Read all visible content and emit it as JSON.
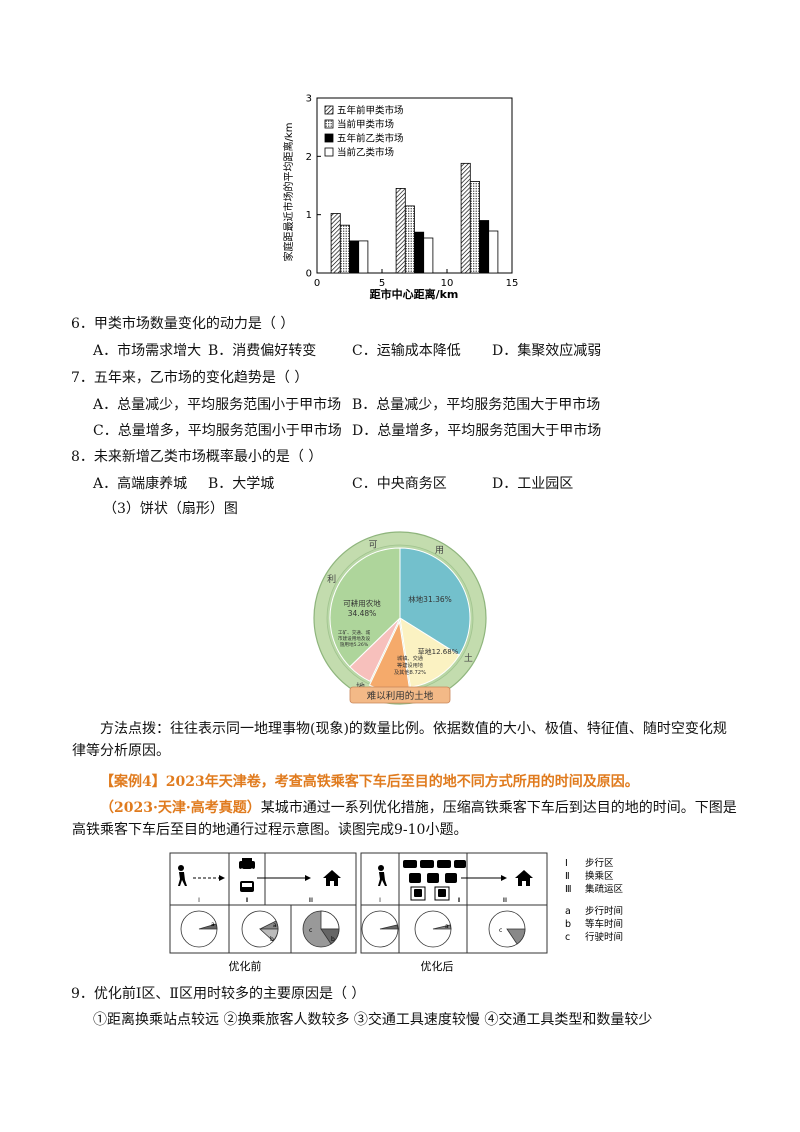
{
  "chart_data": {
    "type": "bar",
    "ylabel": "家庭距最近市场的平均距离/km",
    "xlabel": "距市中心距离/km",
    "xticks": [
      "0",
      "5",
      "10",
      "15"
    ],
    "yticks": [
      "0",
      "1",
      "2",
      "3"
    ],
    "xlim": [
      0,
      15
    ],
    "ylim": [
      0,
      3
    ],
    "categories": [
      2.5,
      7.5,
      12.5
    ],
    "series": [
      {
        "name": "五年前甲类市场",
        "pattern": "hatch",
        "values": [
          1.02,
          1.45,
          1.88
        ]
      },
      {
        "name": "当前甲类市场",
        "pattern": "dots",
        "values": [
          0.82,
          1.15,
          1.57
        ]
      },
      {
        "name": "五年前乙类市场",
        "pattern": "black",
        "values": [
          0.55,
          0.7,
          0.9
        ]
      },
      {
        "name": "当前乙类市场",
        "pattern": "white",
        "values": [
          0.55,
          0.6,
          0.72
        ]
      }
    ]
  },
  "questions": {
    "q6": {
      "stem": "6．甲类市场数量变化的动力是（    ）",
      "options": [
        "A．市场需求增大",
        "B．消费偏好转变",
        "C．运输成本降低",
        "D．集聚效应减弱"
      ]
    },
    "q7": {
      "stem": "7．五年来，乙市场的变化趋势是（    ）",
      "options": [
        "A．总量减少，平均服务范围小于甲市场",
        "B．总量减少，平均服务范围大于甲市场",
        "C．总量增多，平均服务范围小于甲市场",
        "D．总量增多，平均服务范围大于甲市场"
      ]
    },
    "q8": {
      "stem": "8．未来新增乙类市场概率最小的是（    ）",
      "options": [
        "A．高端康养城",
        "B．大学城",
        "C．中央商务区",
        "D．工业园区"
      ]
    },
    "q9": {
      "stem": "9．优化前Ⅰ区、Ⅱ区用时较多的主要原因是（    ）",
      "options": "①距离换乘站点较远  ②换乘旅客人数较多  ③交通工具速度较慢  ④交通工具类型和数量较少"
    }
  },
  "section_pie": "（3）饼状（扇形）图",
  "pie": {
    "ring_chars": [
      "用",
      "土",
      "地",
      "利",
      "可"
    ],
    "labels": {
      "lin": "林地31.36%",
      "cao": "草地12.68%",
      "geng1": "可耕用农地",
      "geng2": "34.48%",
      "jian1": "城镇、交通",
      "jian2": "等建设用地",
      "jian3": "及其他8.72%",
      "gk1": "工矿、交通、城",
      "gk2": "市建设用地及设",
      "gk3": "施用地5.26%"
    },
    "bottom_label": "难以利用的土地",
    "values": [
      31.36,
      12.68,
      8.72,
      5.26,
      34.48
    ]
  },
  "method": "方法点拨：往往表示同一地理事物(现象)的数量比例。依据数值的大小、极值、特征值、随时空变化规律等分析原因。",
  "case4": "【案例4】2023年天津卷，考查高铁乘客下车后至目的地不同方式所用的时间及原因。",
  "source_tag": "（2023·天津·高考真题）",
  "intro": "某城市通过一系列优化措施，压缩高铁乘客下车后到达目的地的时间。下图是高铁乘客下车后至目的地通行过程示意图。读图完成9-10小题。",
  "diagram": {
    "before_label": "优化前",
    "after_label": "优化后",
    "zone_marks": [
      "Ⅰ",
      "Ⅱ",
      "Ⅲ"
    ],
    "pie_marks": [
      "a",
      "b",
      "c"
    ],
    "legend": [
      {
        "key": "Ⅰ",
        "text": "步行区"
      },
      {
        "key": "Ⅱ",
        "text": "换乘区"
      },
      {
        "key": "Ⅲ",
        "text": "集疏运区"
      },
      {
        "key": "a",
        "text": "步行时间"
      },
      {
        "key": "b",
        "text": "等车时间"
      },
      {
        "key": "c",
        "text": "行驶时间"
      }
    ]
  }
}
